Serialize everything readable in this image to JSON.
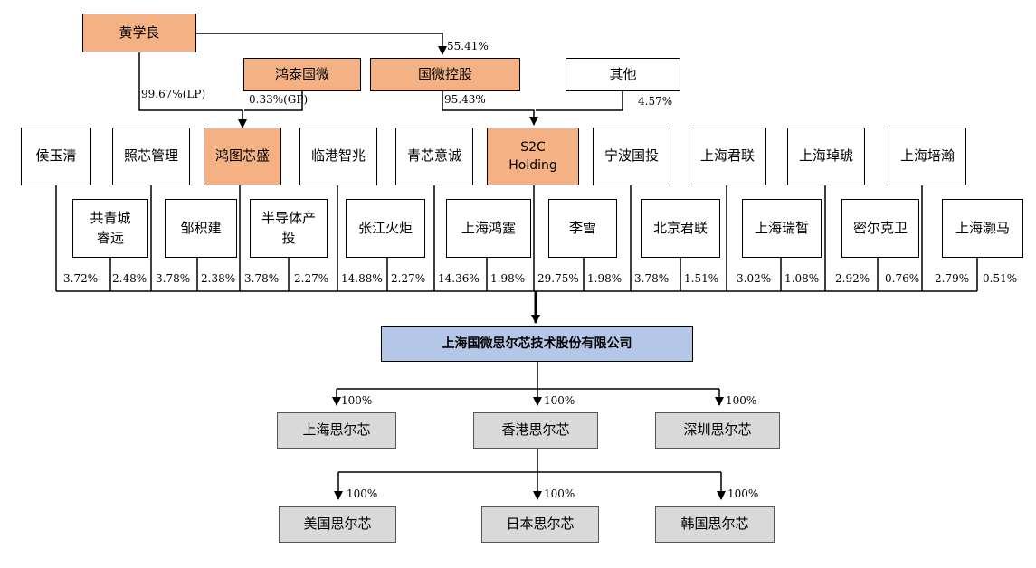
{
  "colors": {
    "highlight": "#f4b183",
    "company": "#b4c7e7",
    "subsidiary": "#d9d9d9",
    "line": "#000000"
  },
  "top": {
    "huang_xueliang": "黄学良",
    "hongtai_guowei": "鸿泰国微",
    "guowei_holding": "国微控股",
    "others": "其他"
  },
  "edges_top": {
    "huang_to_holding": "55.41%",
    "huang_to_hongtu": "99.67%(LP)",
    "hongtai_to_hongtu": "0.33%(GP)",
    "holding_to_s2c": "95.43%",
    "others_to_s2c": "4.57%"
  },
  "row1": [
    "侯玉清",
    "照芯管理",
    "鸿图芯盛",
    "临港智兆",
    "青芯意诚",
    "S2C\nHolding",
    "宁波国投",
    "上海君联",
    "上海琸琥",
    "上海培瀚"
  ],
  "row2": [
    "共青城\n睿远",
    "邹积建",
    "半导体产\n投",
    "张江火炬",
    "上海鸿霆",
    "李雪",
    "北京君联",
    "上海瑞晳",
    "密尔克卫",
    "上海灏马"
  ],
  "shareholding": {
    "row1": [
      "3.72%",
      "3.78%",
      "3.78%",
      "14.88%",
      "14.36%",
      "29.75%",
      "3.78%",
      "3.02%",
      "2.92%",
      "2.79%"
    ],
    "row2": [
      "2.48%",
      "2.38%",
      "2.27%",
      "2.27%",
      "1.98%",
      "1.98%",
      "1.51%",
      "1.08%",
      "0.76%",
      "0.51%"
    ]
  },
  "company": "上海国微思尔芯技术股份有限公司",
  "subsidiaries": {
    "level1": [
      "上海思尔芯",
      "香港思尔芯",
      "深圳思尔芯"
    ],
    "level2": [
      "美国思尔芯",
      "日本思尔芯",
      "韩国思尔芯"
    ],
    "level1_pct": [
      "100%",
      "100%",
      "100%"
    ],
    "level2_pct": [
      "100%",
      "100%",
      "100%"
    ]
  }
}
